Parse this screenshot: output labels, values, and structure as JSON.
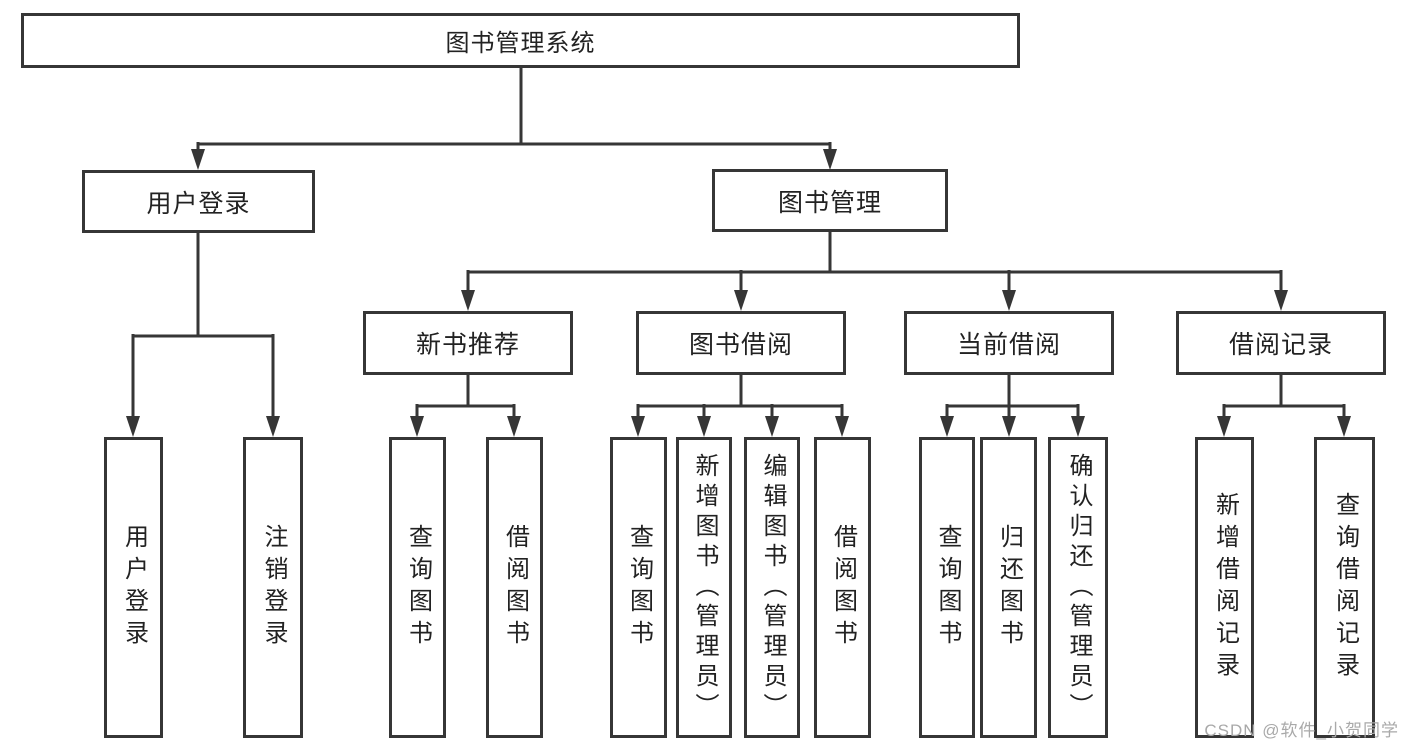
{
  "diagram": {
    "root": {
      "label": "图书管理系统"
    },
    "level2": [
      {
        "label": "用户登录"
      },
      {
        "label": "图书管理"
      }
    ],
    "level3": [
      {
        "label": "新书推荐",
        "parent": "图书管理"
      },
      {
        "label": "图书借阅",
        "parent": "图书管理"
      },
      {
        "label": "当前借阅",
        "parent": "图书管理"
      },
      {
        "label": "借阅记录",
        "parent": "图书管理"
      }
    ],
    "leaves": [
      {
        "label": "用户登录",
        "parent": "用户登录"
      },
      {
        "label": "注销登录",
        "parent": "用户登录"
      },
      {
        "label": "查询图书",
        "parent": "新书推荐"
      },
      {
        "label": "借阅图书",
        "parent": "新书推荐"
      },
      {
        "label": "查询图书",
        "parent": "图书借阅"
      },
      {
        "label": "新增图书（管理员）",
        "parent": "图书借阅"
      },
      {
        "label": "编辑图书（管理员）",
        "parent": "图书借阅"
      },
      {
        "label": "借阅图书",
        "parent": "图书借阅"
      },
      {
        "label": "查询图书",
        "parent": "当前借阅"
      },
      {
        "label": "归还图书",
        "parent": "当前借阅"
      },
      {
        "label": "确认归还（管理员）",
        "parent": "当前借阅"
      },
      {
        "label": "新增借阅记录",
        "parent": "借阅记录"
      },
      {
        "label": "查询借阅记录",
        "parent": "借阅记录"
      }
    ],
    "watermark": "CSDN @软件_小贺同学",
    "colors": {
      "line": "#363636",
      "text": "#222222",
      "watermark": "#a9a9a9",
      "background": "#ffffff"
    }
  }
}
